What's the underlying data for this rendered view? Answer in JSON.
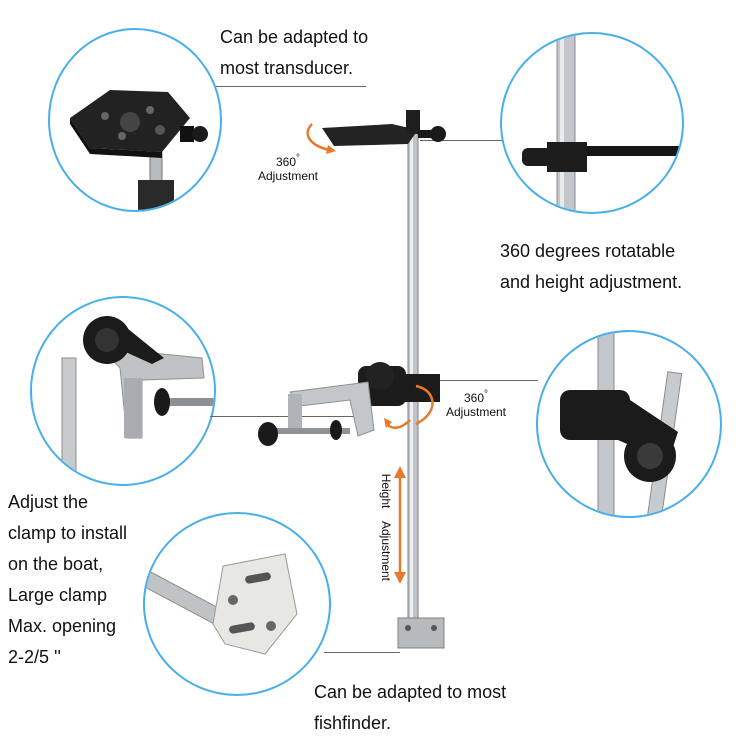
{
  "captions": {
    "transducer": [
      "Can be adapted to",
      "most transducer."
    ],
    "rotatable": [
      "360 degrees rotatable",
      "and height adjustment."
    ],
    "clamp": [
      "Adjust the",
      "clamp to install",
      "on the boat,",
      "Large clamp",
      "Max. opening",
      "2-2/5 ''"
    ],
    "fishfinder": [
      "Can be adapted to most",
      "fishfinder."
    ]
  },
  "labels": {
    "rot_top_number": "360",
    "rot_top_text": "Adjustment",
    "rot_mid_number": "360",
    "rot_mid_text": "Adjustment",
    "height_word1": "Height",
    "height_word2": "Adjustment"
  },
  "colors": {
    "circle_border": "#4aaee8",
    "arrow_orange": "#e8782a",
    "pole_steel": "#b9bcc0",
    "plastic_black": "#1b1b1b"
  }
}
